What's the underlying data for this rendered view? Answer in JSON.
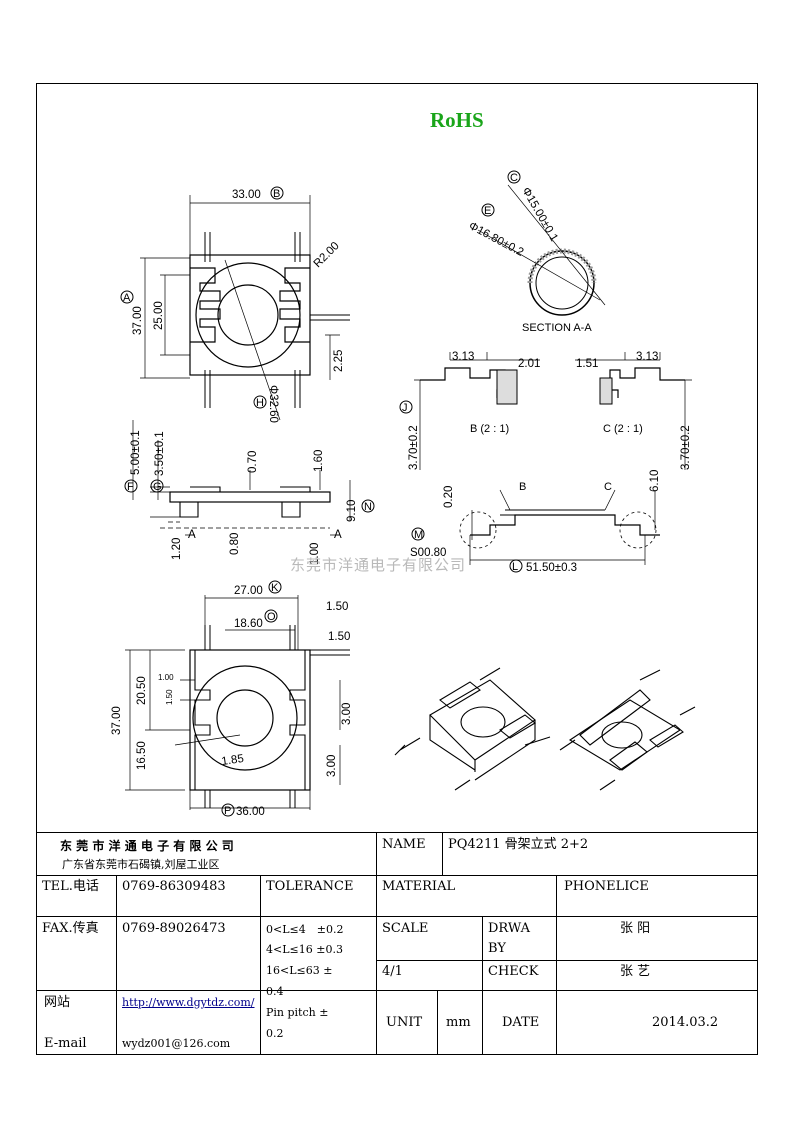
{
  "rohs": "RoHS",
  "watermark": "东莞市洋通电子有限公司",
  "drawing": {
    "top_view": {
      "dims": [
        "33.00",
        "25.00",
        "37.00",
        "R2.00",
        "2.25",
        "Φ32.60"
      ],
      "datums": [
        "B",
        "A",
        "H"
      ]
    },
    "section": {
      "dims": [
        "Φ15.00±0.1",
        "Φ16.80±0.2"
      ],
      "datums": [
        "C",
        "E"
      ],
      "caption": "SECTION A-A"
    },
    "side_view": {
      "dims": [
        "5.00±0.1",
        "3.50±0.1",
        "0.70",
        "1.60",
        "9.10",
        "1.20",
        "0.80",
        "1.00"
      ],
      "datums": [
        "F",
        "G",
        "N"
      ],
      "cut": [
        "A",
        "A"
      ]
    },
    "detail": {
      "dims": [
        "3.13",
        "2.01",
        "1.51",
        "3.13",
        "3.70±0.2",
        "3.70±0.2",
        "0.20",
        "6.10",
        "S00.80",
        "51.50±0.3"
      ],
      "views": [
        "B (2 : 1)",
        "C (2 : 1)"
      ],
      "callouts": [
        "B",
        "C"
      ],
      "datums": [
        "J",
        "M",
        "L"
      ]
    },
    "bottom_view": {
      "dims": [
        "27.00",
        "18.60",
        "1.50",
        "1.50",
        "1.00",
        "1.50",
        "20.50",
        "37.00",
        "16.50",
        "3.00",
        "3.00",
        "1.85",
        "36.00"
      ],
      "datums": [
        "K",
        "O",
        "P"
      ]
    }
  },
  "title_block": {
    "company": "东 莞 市 洋 通 电 子 有 限 公 司",
    "address": "广东省东莞市石碣镇,刘屋工业区",
    "name_label": "NAME",
    "name_value": "PQ4211 骨架立式 2+2",
    "tel_label": "TEL.电话",
    "tel_value": "0769-86309483",
    "tolerance_label": "TOLERANCE",
    "material_label": "MATERIAL",
    "phonelice_label": "PHONELICE",
    "fax_label": "FAX.传真",
    "fax_value": "0769-89026473",
    "tolerance_lines": [
      "0<L≤4　±0.2",
      "4<L≤16 ±0.3",
      "16<L≤63 ±",
      "0.4",
      "Pin pitch ±",
      "0.2"
    ],
    "scale_label": "SCALE",
    "drwa_label": "DRWA",
    "by_label": "BY",
    "drawn_by": "张  阳",
    "scale_value": "4/1",
    "check_label": "CHECK",
    "checked_by": "张  艺",
    "web_label": "网站",
    "web_value": "http://www.dgytdz.com/",
    "email_label": "E-mail",
    "email_value": "wydz001@126.com",
    "unit_label": "UNIT",
    "unit_value": "mm",
    "date_label": "DATE",
    "date_value": "2014.03.2"
  }
}
